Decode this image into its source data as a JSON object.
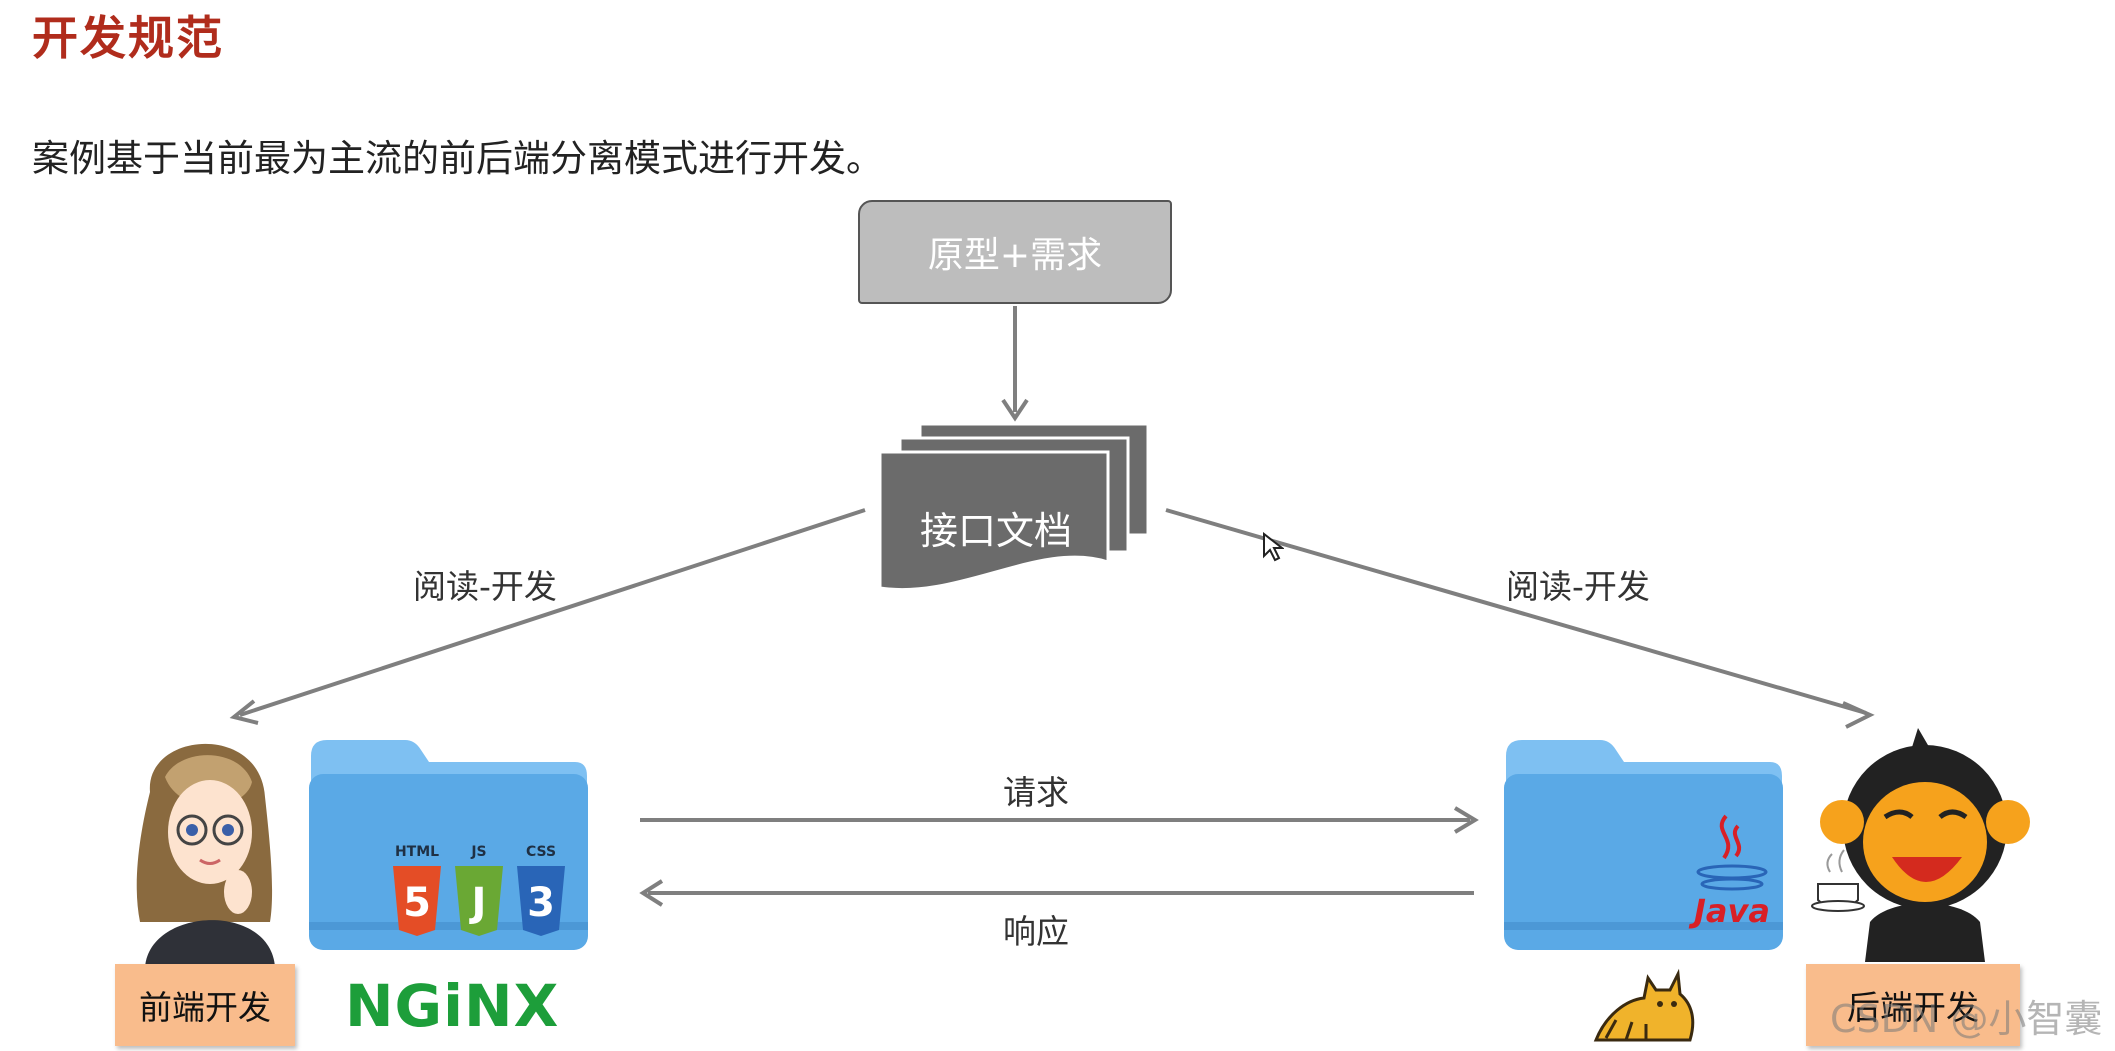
{
  "page": {
    "title": "开发规范",
    "subtitle": "案例基于当前最为主流的前后端分离模式进行开发。"
  },
  "diagram": {
    "prototype_box": "原型+需求",
    "api_document": "接口文档",
    "left_edge_label": "阅读-开发",
    "right_edge_label": "阅读-开发",
    "request_label": "请求",
    "response_label": "响应",
    "frontend_tag": "前端开发",
    "backend_tag": "后端开发",
    "frontend_server_logo": "NGiNX",
    "frontend_tech_labels": [
      "HTML",
      "JS",
      "CSS"
    ],
    "frontend_tech_glyphs": [
      "5",
      "J",
      "3"
    ],
    "backend_tech_logo": "Java"
  },
  "watermark": "CSDN @小智囊",
  "colors": {
    "title": "#b02c1c",
    "tag": "#f9bc8c",
    "folder": "#5aa9e6",
    "nginx": "#1d9e3a",
    "html5": "#e44d26",
    "js": "#6aa834",
    "css3": "#2965b7",
    "java": "#d81f26",
    "arrow": "#7f7f7f",
    "doc": "#6b6b6b"
  },
  "icons": [
    "frontend-developer-icon",
    "frontend-folder-icon",
    "backend-folder-icon",
    "java-logo-icon",
    "tomcat-logo-icon",
    "backend-developer-icon",
    "mouse-cursor-icon"
  ]
}
